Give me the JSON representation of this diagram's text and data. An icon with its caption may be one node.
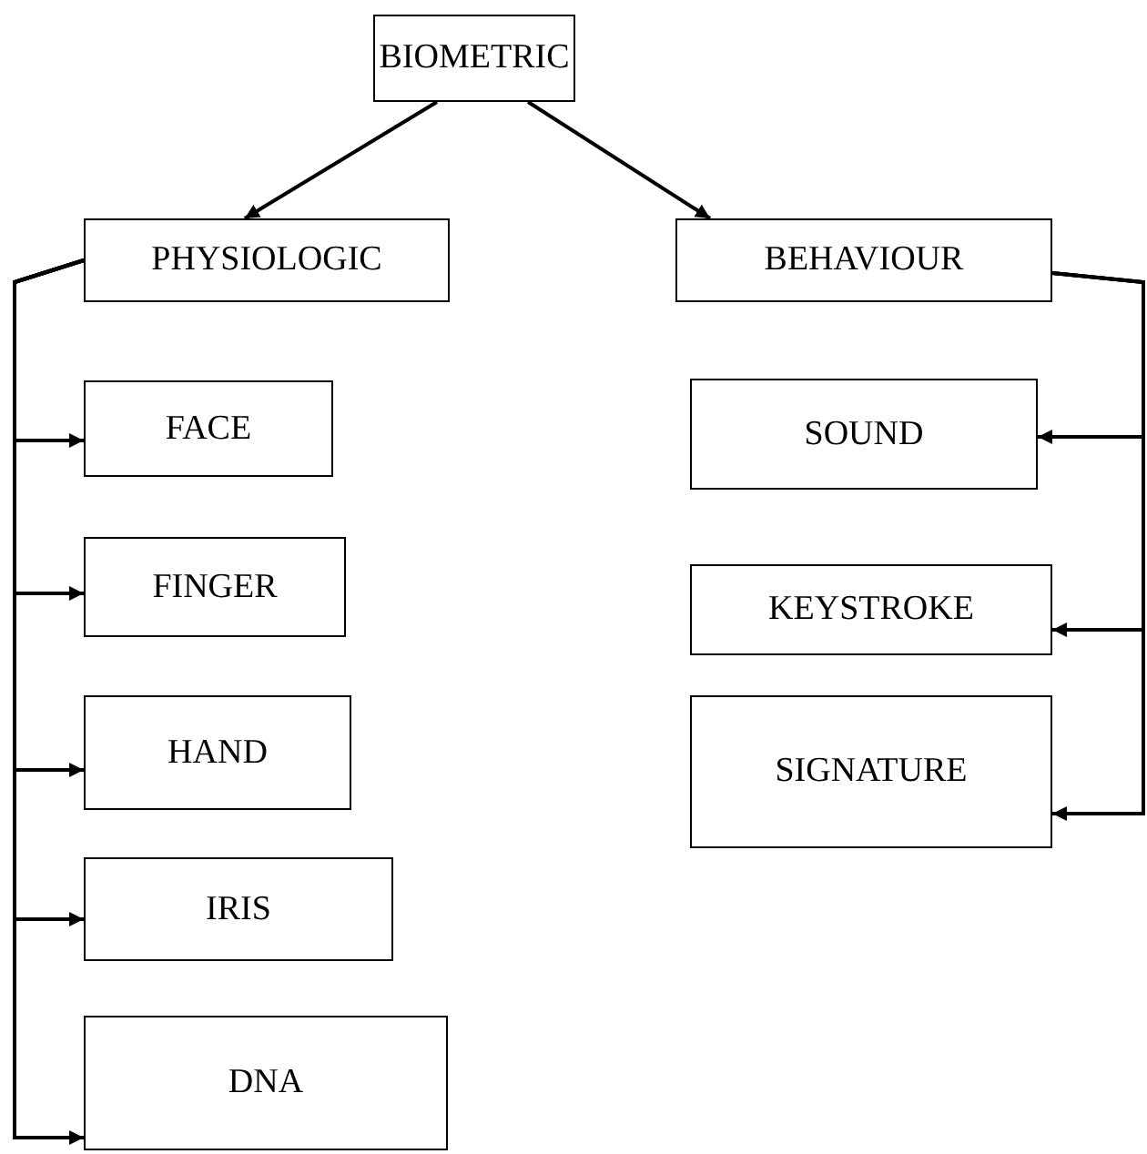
{
  "diagram": {
    "nodes": [
      {
        "text": [
          "BIOMETRIC"
        ]
      },
      {
        "text": [
          "PHYSIOLOGIC"
        ]
      },
      {
        "text": [
          "BEHAVIOUR"
        ]
      },
      {
        "text": [
          "FACE"
        ]
      },
      {
        "text": [
          "FINGER"
        ]
      },
      {
        "text": [
          "HAND"
        ]
      },
      {
        "text": [
          "IRIS"
        ]
      },
      {
        "text": [
          "DNA"
        ]
      },
      {
        "text": [
          "SOUND"
        ]
      },
      {
        "text": [
          "KEYSTROKE"
        ]
      },
      {
        "text": [
          "SIGNATURE"
        ]
      }
    ],
    "edges": [
      {
        "from": 0,
        "to": 1,
        "arrow": "to"
      },
      {
        "from": 0,
        "to": 2,
        "arrow": "to"
      },
      {
        "from": 1,
        "to": 3,
        "arrow": "to"
      },
      {
        "from": 1,
        "to": 4,
        "arrow": "to"
      },
      {
        "from": 1,
        "to": 5,
        "arrow": "to"
      },
      {
        "from": 1,
        "to": 6,
        "arrow": "to"
      },
      {
        "from": 1,
        "to": 7,
        "arrow": "to"
      },
      {
        "from": 2,
        "to": 8,
        "arrow": "to"
      },
      {
        "from": 2,
        "to": 9,
        "arrow": "to"
      },
      {
        "from": 2,
        "to": 10,
        "arrow": "to"
      }
    ]
  }
}
